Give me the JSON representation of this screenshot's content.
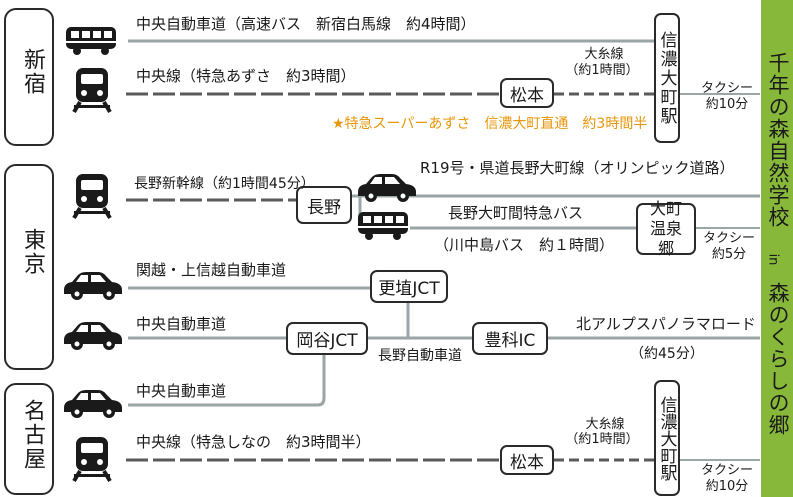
{
  "colors": {
    "highway": "#9aa5a5",
    "rail_track": "#5a5a5a",
    "express_note": "#e8960a",
    "destination_bg": "#88b83a",
    "vehicle": "#1a1a1a"
  },
  "origins": {
    "shinjuku": "新宿",
    "tokyo": "東京",
    "nagoya": "名古屋"
  },
  "destination": {
    "name_top": "千年の森自然学校",
    "connector": "in",
    "name_bottom": "森のくらしの郷"
  },
  "stations": {
    "shinano_omachi": "信濃大町駅",
    "matsumoto": "松本",
    "nagano": "長野",
    "omachi_onsenkyo": "大町温泉郷",
    "koshoku_jct": "更埴JCT",
    "okaya_jct": "岡谷JCT",
    "toyoshina_ic": "豊科IC"
  },
  "routes": {
    "shinjuku_bus": "中央自動車道（高速バス　新宿白馬線　約4時間）",
    "shinjuku_train": "中央線（特急あずさ　約3時間）",
    "express_note": "★特急スーパーあずさ　信濃大町直通　約3時間半",
    "oito_line_1": "大糸線",
    "oito_time_1": "（約1時間）",
    "taxi_1": "タクシー",
    "taxi_1_time": "約10分",
    "nagano_shinkansen": "長野新幹線（約1時間45分）",
    "r19": "R19号・県道長野大町線（オリンピック道路）",
    "nagano_bus": "長野大町間特急バス",
    "nagano_bus_company": "（川中島バス　約１時間）",
    "taxi_2": "タクシー",
    "taxi_2_time": "約5分",
    "kanetsu": "関越・上信越自動車道",
    "tokyo_chuo_highway": "中央自動車道",
    "nagano_expressway": "長野自動車道",
    "alps_road": "北アルプスパノラマロード",
    "alps_time": "（約45分）",
    "nagoya_chuo_highway": "中央自動車道",
    "nagoya_train": "中央線（特急しなの　約3時間半）",
    "oito_line_2": "大糸線",
    "oito_time_2": "（約1時間）",
    "taxi_3": "タクシー",
    "taxi_3_time": "約10分"
  },
  "icons": [
    "bus-icon",
    "train-icon",
    "car-icon"
  ]
}
